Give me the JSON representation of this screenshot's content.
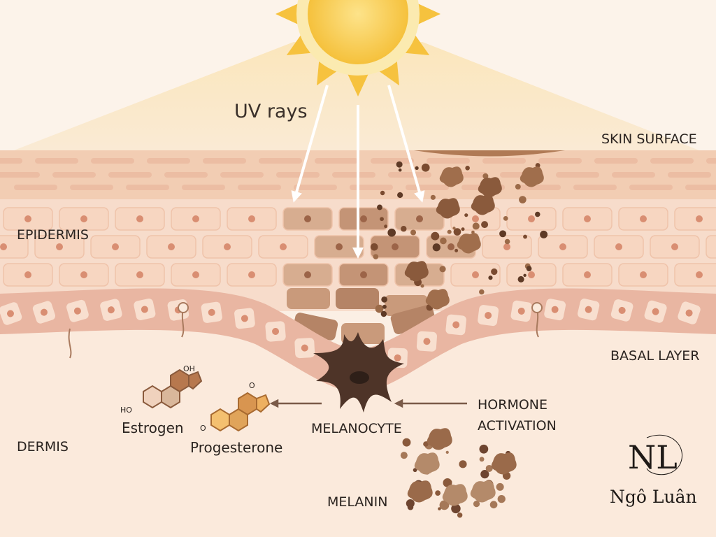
{
  "labels": {
    "uv_rays": "UV rays",
    "skin_surface": "SKIN SURFACE",
    "epidermis": "EPIDERMIS",
    "basal_layer": "BASAL LAYER",
    "dermis": "DERMIS",
    "melanocyte": "MELANOCYTE",
    "hormone_activation_line1": "HORMONE",
    "hormone_activation_line2": "ACTIVATION",
    "melanin": "MELANIN",
    "estrogen": "Estrogen",
    "progesterone": "Progesterone"
  },
  "molecule_atoms": {
    "oh": "OH",
    "ho": "HO",
    "o": "O"
  },
  "logo": {
    "monogram": "NL",
    "name": "Ngô Luân"
  },
  "colors": {
    "background": "#fbefe4",
    "sun": "#f7c843",
    "skin_surface": "#f2cdb3",
    "cell": "#f6d9c4",
    "nucleus": "#d98e72",
    "basal": "#e8b4a0",
    "melanocyte": "#4e3428",
    "melanin": "#8a5a3c"
  }
}
